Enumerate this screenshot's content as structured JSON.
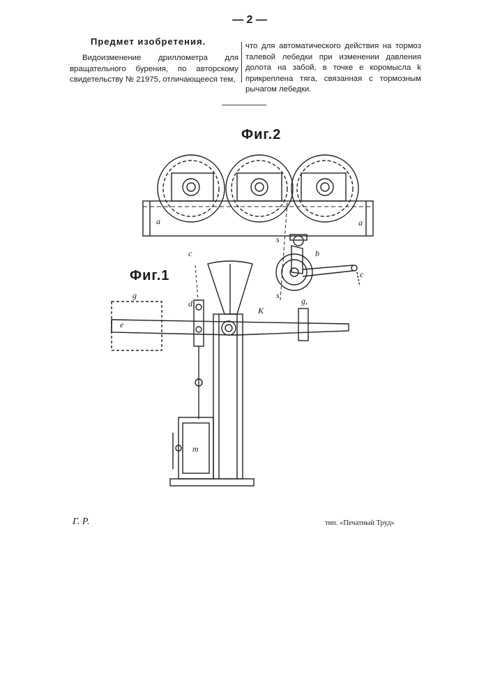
{
  "page_number": "— 2 —",
  "heading": "Предмет изобретения.",
  "left_column": "Видоизменение дриллометра для вращательного бурения, по авторскому свидетельству № 21975, отличающееся тем,",
  "right_column": "что для автоматического действия на тормоз талевой лебедки при изменении давления долота на забой, в точке e коромысла k прикреплена тяга, связанная с тормозным рычагом лебедки.",
  "figures": {
    "fig2_title": "Фиг.2",
    "fig1_title": "Фиг.1",
    "fig2_labels": {
      "a_left": "a",
      "a_right": "a",
      "s_top": "s",
      "s_bottom": "s",
      "b": "b",
      "c": "c"
    },
    "fig1_labels": {
      "c": "c",
      "d": "d",
      "g": "g",
      "g1": "g,",
      "e": "e",
      "k": "K",
      "m": "m"
    }
  },
  "footer": {
    "left": "Г. Р.",
    "right": "тип. «Печатный Труд»"
  }
}
